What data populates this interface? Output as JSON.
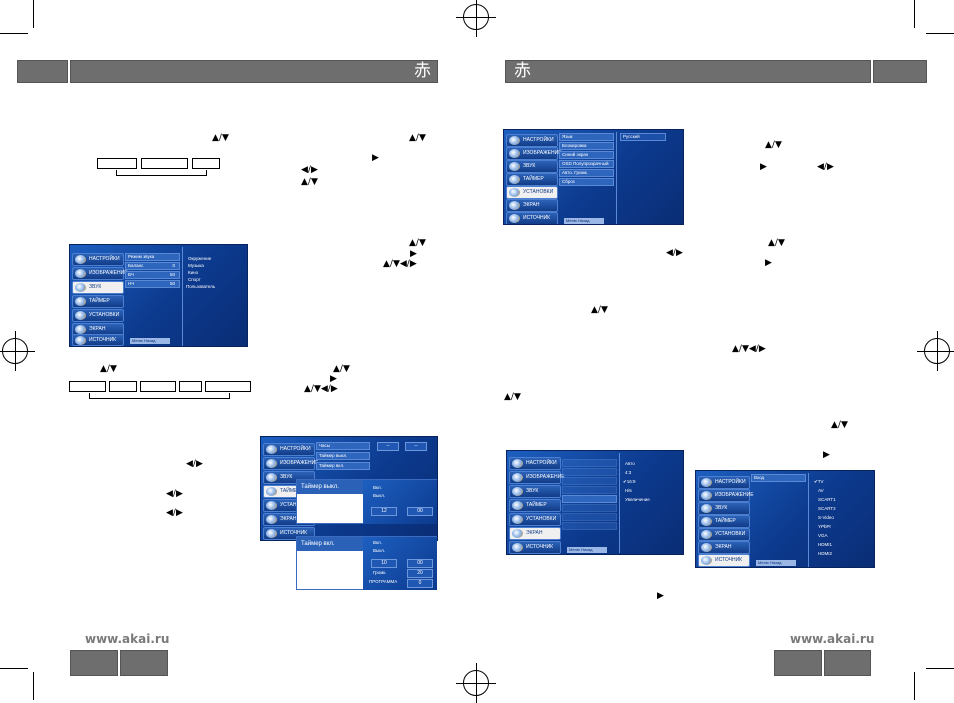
{
  "header": {
    "logo_glyph": "赤"
  },
  "footer": {
    "url_left": "www.akai.ru",
    "url_right": "www.akai.ru"
  },
  "arrows": {
    "ud": "▲/▼",
    "lr": "◀/▶",
    "r": "▶",
    "udlr": "▲/▼◀/▶"
  },
  "menus": {
    "side_labels": [
      "НАСТРОЙКИ",
      "ИЗОБРАЖЕНИЕ",
      "ЗВУК",
      "ТАЙМЕР",
      "УСТАНОВКИ",
      "ЭКРАН",
      "ИСТОЧНИК"
    ],
    "sound": {
      "rows": [
        {
          "label": "Режим звука",
          "value": ""
        },
        {
          "label": "Баланс",
          "value": "0"
        },
        {
          "label": "ВЧ",
          "value": "50"
        },
        {
          "label": "НЧ",
          "value": "50"
        }
      ],
      "options": [
        "Окружение",
        "Музыка",
        "Кино",
        "Спорт",
        "Пользователь"
      ]
    },
    "setup": {
      "rows": [
        "Язык",
        "Блокировка",
        "Синий экран",
        "OSD Полупрозрачный",
        "Авто. Громк.",
        "Сброс"
      ],
      "language_value": "Русский"
    },
    "timer": {
      "rows": [
        "Часы",
        "Таймер выкл.",
        "Таймер вкл."
      ],
      "off_dialog": {
        "title": "Таймер выкл.",
        "on": "Вкл.",
        "off": "Выкл.",
        "hour": "12",
        "minute": "00"
      },
      "on_dialog": {
        "title": "Таймер вкл.",
        "on": "Вкл.",
        "off": "Выкл.",
        "hour": "10",
        "minute": "00",
        "volume_label": "Громк.",
        "volume": "20",
        "program_label": "ПРОГРАММА",
        "program": "0"
      }
    },
    "screen": {
      "options": [
        "Авто",
        "4:3",
        "16:9",
        "Hi5",
        "Увеличение"
      ],
      "selected": "16:9"
    },
    "source": {
      "header": "Вход",
      "options": [
        "TV",
        "AV",
        "SCART1",
        "SCART2",
        "S-Video",
        "YPbPr",
        "VGA",
        "HDMI1",
        "HDMI2"
      ]
    },
    "bottom": {
      "menu_key": "Меню",
      "back": "Назад"
    }
  }
}
